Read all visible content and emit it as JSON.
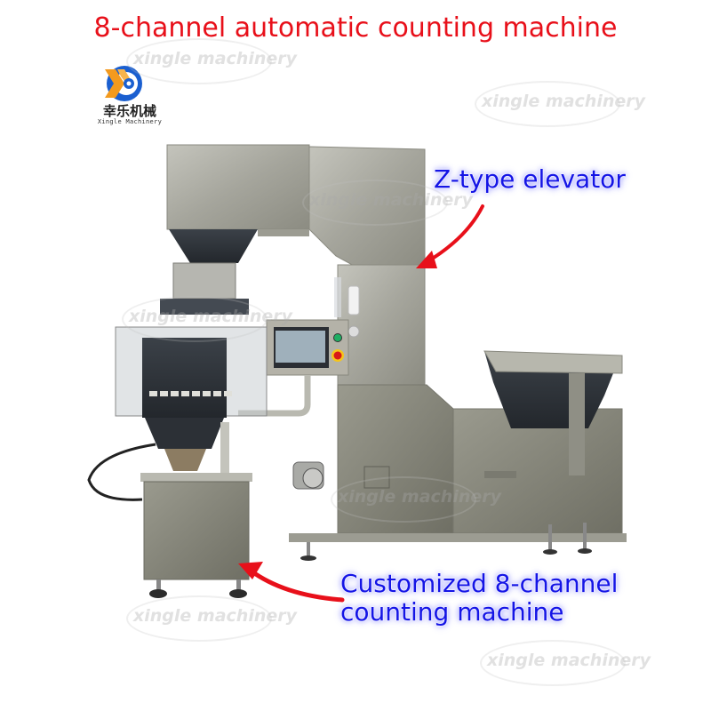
{
  "title": "8-channel automatic counting machine",
  "logo": {
    "chinese_name": "幸乐机械",
    "english_name": "Xingle Machinery",
    "colors": {
      "orange": "#f39a1e",
      "blue": "#1a5fd0"
    }
  },
  "watermarks": [
    "xingle machinery",
    "xingle machinery",
    "xingle machinery",
    "xingle machinery",
    "xingle machinery",
    "xingle machinery"
  ],
  "callouts": {
    "elevator": {
      "label": "Z-type elevator"
    },
    "counter": {
      "line1": "Customized 8-channel",
      "line2": "counting machine"
    }
  },
  "colors": {
    "title": "#e8101a",
    "callout_text": "#1414e6",
    "arrow": "#e8101a",
    "steel": "#9a9a90"
  }
}
